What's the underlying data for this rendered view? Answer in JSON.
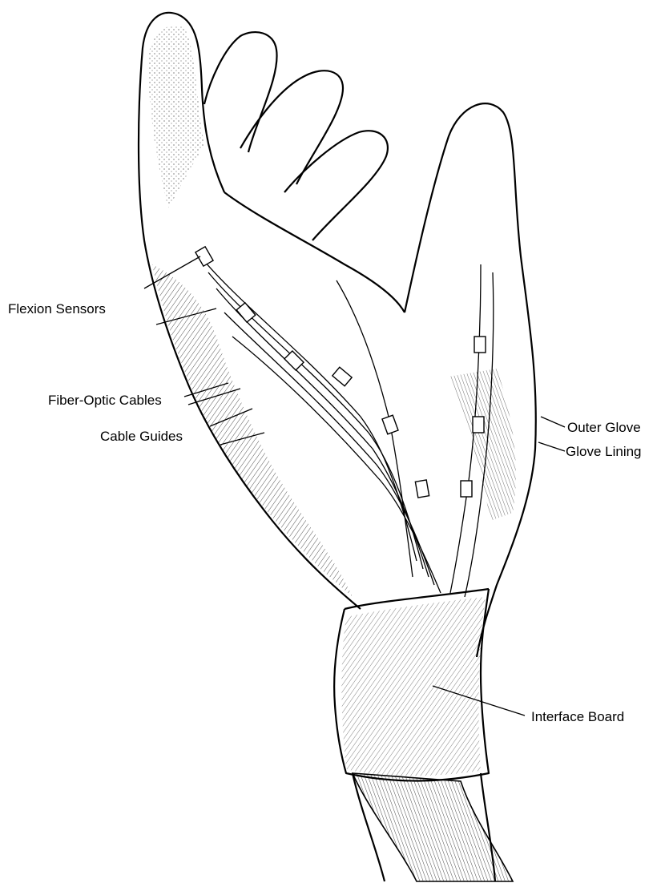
{
  "figure": {
    "labels": {
      "flexion_sensors": "Flexion Sensors",
      "fiber_optic_cables": "Fiber-Optic Cables",
      "cable_guides": "Cable Guides",
      "outer_glove": "Outer Glove",
      "glove_lining": "Glove Lining",
      "interface_board": "Interface Board"
    }
  }
}
